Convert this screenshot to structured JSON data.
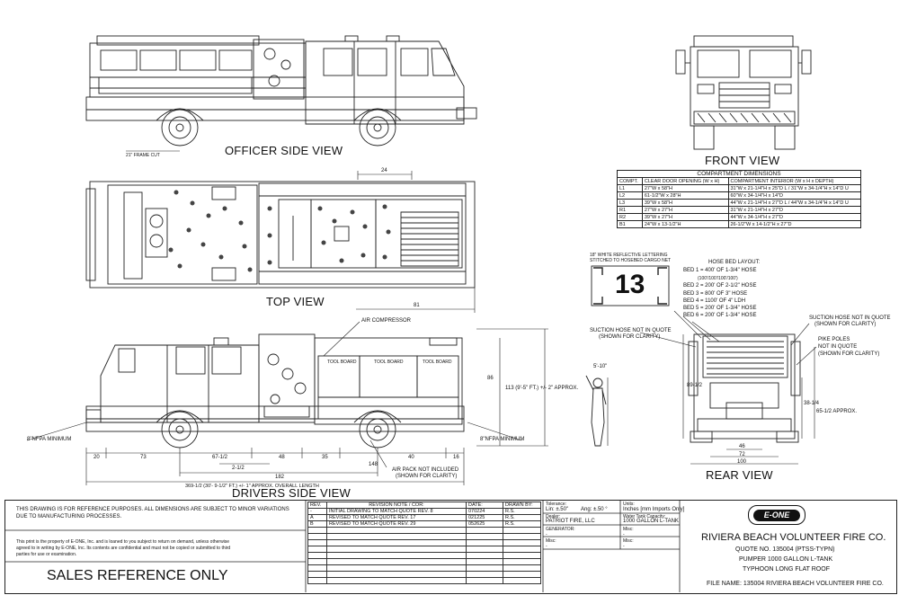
{
  "views": {
    "officer_side": "OFFICER SIDE VIEW",
    "front": "FRONT VIEW",
    "top": "TOP VIEW",
    "drivers_side": "DRIVERS SIDE VIEW",
    "rear": "REAR VIEW"
  },
  "compartment": {
    "title": "COMPARTMENT DIMENSIONS",
    "headers": [
      "COMPT.",
      "CLEAR DOOR OPENING (W x H)",
      "COMPARTMENT INTERIOR (W x H x DEPTH)"
    ],
    "rows": [
      [
        "L1",
        "27\"W x 58\"H",
        "31\"W x 21-1/4\"H x 25\"D L / 31\"W x 34-1/4\"H x 14\"D U"
      ],
      [
        "L2",
        "61-1/2\"W x 28\"H",
        "60\"W x 34-1/4\"H x 14\"D"
      ],
      [
        "L3",
        "39\"W x 58\"H",
        "44\"W x 21-1/4\"H x 27\"D L / 44\"W x 34-1/4\"H x 14\"D U"
      ],
      [
        "R1",
        "27\"W x 27\"H",
        "31\"W x 21-1/4\"H x 27\"D"
      ],
      [
        "R2",
        "39\"W x 27\"H",
        "44\"W x 34-1/4\"H x 27\"D"
      ],
      [
        "B1",
        "24\"W x 13-1/2\"H",
        "26-1/2\"W x 14-1/2\"H x 27\"D"
      ]
    ]
  },
  "hose_bed": {
    "title": "HOSE BED LAYOUT:",
    "lines": [
      "BED 1 = 400' OF 1-3/4\" HOSE",
      "(100'/100'/100'/100')",
      "BED 2 = 200' OF 2-1/2\" HOSE",
      "BED 3 = 800' OF 3\" HOSE",
      "BED 4 = 1100' OF 4\" LDH",
      "BED 5 = 200' OF 1-3/4\" HOSE",
      "BED 6 = 200' OF 1-3/4\" HOSE"
    ]
  },
  "cab_number": {
    "note_line1": "18\" WHITE REFLECTIVE LETTERING",
    "note_line2": "STITCHED TO HOSEBED CARGO NET",
    "number": "13"
  },
  "annotations": {
    "air_compressor": "AIR COMPRESSOR",
    "suction_left_1": "SUCTION HOSE NOT IN QUOTE",
    "suction_left_2": "(SHOWN FOR CLARITY)",
    "suction_right_1": "SUCTION HOSE NOT IN QUOTE",
    "suction_right_2": "(SHOWN FOR CLARITY)",
    "pike_1": "PIKE POLES",
    "pike_2": "NOT IN QUOTE",
    "pike_3": "(SHOWN FOR CLARITY)",
    "air_pack_1": "AIR PACK NOT INCLUDED",
    "air_pack_2": "(SHOWN FOR CLARITY)",
    "nfpa_left": "8\"NFPA MINIMUM",
    "nfpa_right": "8\"NFPA MINIMUM",
    "height": "113 (9'-5\" FT.) +/- 2\" APPROX.",
    "person": "5'-10\"",
    "rear_height": "38-1/4",
    "rear_height2": "65-1/2 APPROX.",
    "tool_board_1": "TOOL BOARD",
    "tool_board_2": "TOOL BOARD",
    "tool_board_3": "TOOL BOARD",
    "frame_cut": "21\" FRAME CUT"
  },
  "dimensions": {
    "top_24": "24",
    "top_81": "81",
    "d_20": "20",
    "d_73": "73",
    "d_67": "67-1/2",
    "d_48": "48",
    "d_35": "35",
    "d_40": "40",
    "d_16": "16",
    "d_2": "2-1/2",
    "d_148": "148",
    "d_182": "182",
    "overall": "369-1/2 (30'- 9-1/2\" FT.) +/- 1\" APPROX. OVERALL LENGTH",
    "d_86": "86",
    "rear_89": "89-1/2",
    "rear_46": "46",
    "rear_72": "72",
    "rear_100": "100"
  },
  "title_block": {
    "disclaimer_1": "THIS DRAWING IS FOR REFERENCE PURPOSES. ALL DIMENSIONS ARE SUBJECT TO MINOR VARIATIONS",
    "disclaimer_2": "DUE TO MANUFACTURING PROCESSES.",
    "property_1": "This print is the property of E-ONE, Inc. and is loaned to you subject to return on demand, unless otherwise",
    "property_2": "agreed to in writing by E-ONE, Inc. Its contents are confidential and must not be copied or submitted to third",
    "property_3": "parties for use or examination.",
    "sales_ref": "SALES REFERENCE ONLY",
    "rev_headers": [
      "REV.",
      "REVISION NOTE / COR:",
      "DATE:",
      "DRAWN BY:"
    ],
    "revisions": [
      [
        "-",
        "INITIAL DRAWING TO MATCH QUOTE REV. 8",
        "070224",
        "R.S."
      ],
      [
        "A",
        "REVISED TO MATCH QUOTE REV. 17",
        "021225",
        "R.S."
      ],
      [
        "B",
        "REVISED TO MATCH QUOTE REV. 29",
        "052625",
        "R.S."
      ]
    ],
    "tolerance_label": "Tolerance:",
    "tolerance_lin": "Lin: ±.50\"",
    "tolerance_ang": "Ang: ±.50 °",
    "units_label": "Units:",
    "units_value": "Inches [mm Imports Only]",
    "dealer_label": "Dealer:",
    "dealer_value": "PATRIOT FIRE, LLC",
    "water_label": "Water Tank Capacity:",
    "water_value": "1000 GALLON L-TANK",
    "generator_label": "GENERATOR:",
    "generator_value": "-",
    "misc_label_1": "Misc:",
    "misc_value_1": "-",
    "misc_label_2": "Misc:",
    "misc_value_2": "-",
    "misc_label_3": "Misc:",
    "misc_value_3": "-",
    "logo": "E-ONE",
    "customer": "RIVIERA BEACH VOLUNTEER FIRE CO.",
    "quote": "QUOTE NO. 135004 (PTSS-TYPN)",
    "pumper": "PUMPER 1000 GALLON L-TANK",
    "roof": "TYPHOON LONG FLAT ROOF",
    "file_name": "FILE NAME: 135004 RIVIERA BEACH VOLUNTEER FIRE CO."
  }
}
